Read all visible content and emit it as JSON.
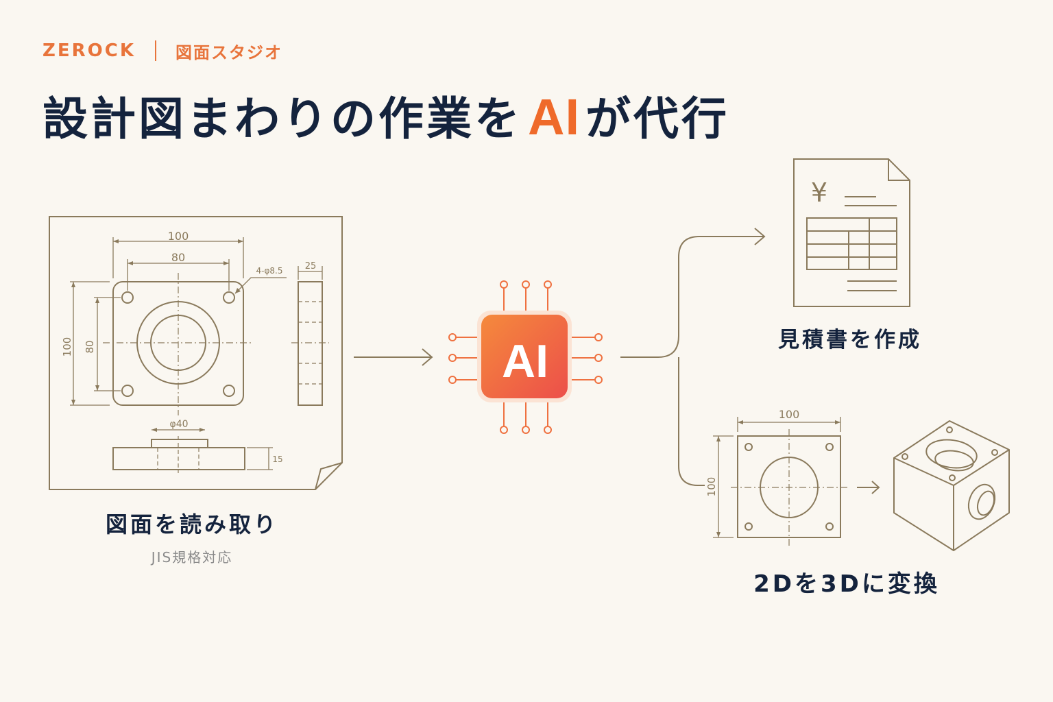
{
  "brand": {
    "name": "ZEROCK",
    "product": "図面スタジオ"
  },
  "headline": {
    "before": "設計図まわりの作業を",
    "accent": "AI",
    "after": "が代行"
  },
  "input": {
    "label": "図面を読み取り",
    "sublabel": "JIS規格対応",
    "dims": {
      "outer_width": "100",
      "inner_width": "80",
      "holes": "4-φ8.5",
      "side_thickness": "25",
      "outer_height": "100",
      "inner_height": "80",
      "boss_diameter": "φ40",
      "plate_thickness": "15"
    }
  },
  "processor": {
    "chip_label": "AI"
  },
  "outputs": {
    "quote": {
      "label": "見積書を作成",
      "currency": "¥"
    },
    "convert": {
      "label": "2Dを3Dに変換",
      "dim_width": "100",
      "dim_height": "100"
    }
  },
  "colors": {
    "accent": "#ef6a2a",
    "line": "#8a7a5c",
    "text": "#14233d",
    "background": "#faf7f1"
  }
}
